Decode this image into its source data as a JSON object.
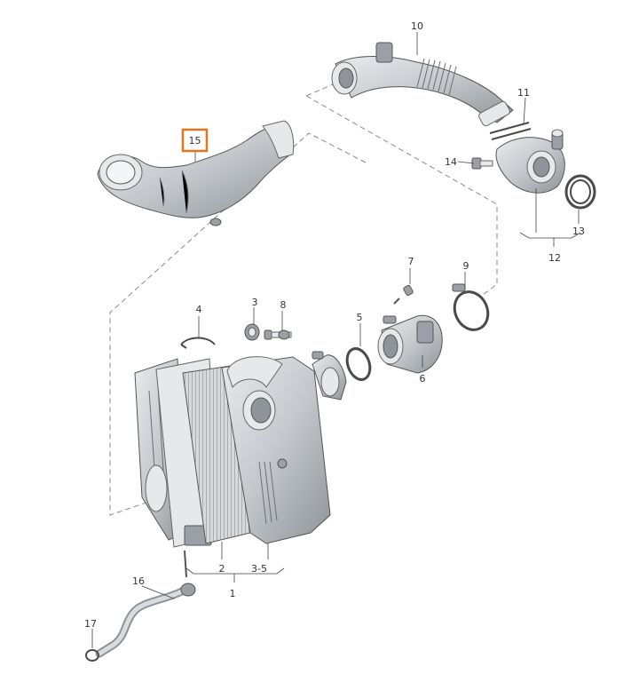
{
  "diagram": {
    "highlighted_callout": "15",
    "highlight_color": "#e8731a",
    "callouts": [
      {
        "id": "c1",
        "label": "1"
      },
      {
        "id": "c2",
        "label": "2"
      },
      {
        "id": "c3",
        "label": "3"
      },
      {
        "id": "c35",
        "label": "3-5"
      },
      {
        "id": "c4",
        "label": "4"
      },
      {
        "id": "c5",
        "label": "5"
      },
      {
        "id": "c6",
        "label": "6"
      },
      {
        "id": "c7",
        "label": "7"
      },
      {
        "id": "c8",
        "label": "8"
      },
      {
        "id": "c9",
        "label": "9"
      },
      {
        "id": "c10",
        "label": "10"
      },
      {
        "id": "c11",
        "label": "11"
      },
      {
        "id": "c12",
        "label": "12"
      },
      {
        "id": "c13",
        "label": "13"
      },
      {
        "id": "c14",
        "label": "14"
      },
      {
        "id": "c15",
        "label": "15"
      },
      {
        "id": "c16",
        "label": "16"
      },
      {
        "id": "c17",
        "label": "17"
      }
    ]
  }
}
